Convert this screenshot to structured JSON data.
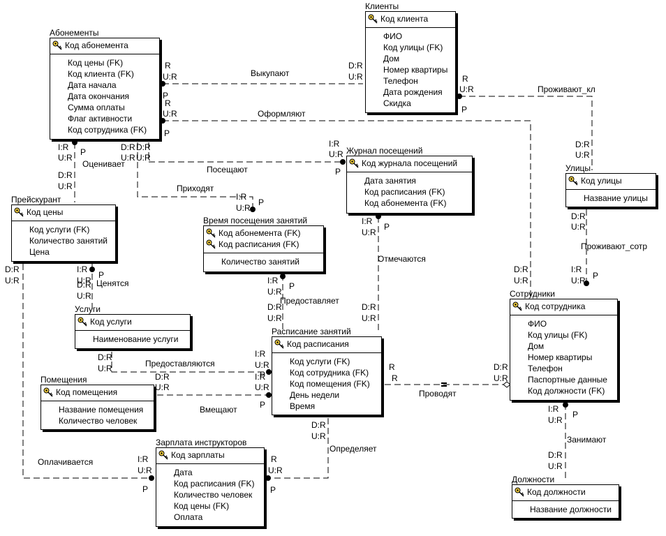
{
  "entities": {
    "abonementy": {
      "title": "Абонементы",
      "keys": [
        "Код абонемента"
      ],
      "attrs": [
        "Код цены (FK)",
        "Код клиента (FK)",
        "Дата начала",
        "Дата окончания",
        "Сумма оплаты",
        "Флаг активности",
        "Код сотрудника (FK)"
      ]
    },
    "klienty": {
      "title": "Клиенты",
      "keys": [
        "Код клиента"
      ],
      "attrs": [
        "ФИО",
        "Код улицы (FK)",
        "Дом",
        "Номер квартиры",
        "Телефон",
        "Дата рождения",
        "Скидка"
      ]
    },
    "zhurnal": {
      "title": "Журнал посещений",
      "keys": [
        "Код журнала посещений"
      ],
      "attrs": [
        "Дата занятия",
        "Код расписания (FK)",
        "Код абонемента (FK)"
      ]
    },
    "ulitsy": {
      "title": "Улицы",
      "keys": [
        "Код улицы"
      ],
      "attrs": [
        "Название улицы"
      ]
    },
    "preyskurant": {
      "title": "Прейскурант",
      "keys": [
        "Код цены"
      ],
      "attrs": [
        "Код услуги (FK)",
        "Количество занятий",
        "Цена"
      ]
    },
    "vremya": {
      "title": "Время посещения занятий",
      "keys": [
        "Код абонемента (FK)",
        "Код расписания (FK)"
      ],
      "attrs": [
        "Количество занятий"
      ]
    },
    "uslugi": {
      "title": "Услуги",
      "keys": [
        "Код услуги"
      ],
      "attrs": [
        "Наименование  услуги"
      ]
    },
    "raspisanie": {
      "title": "Расписание занятий",
      "keys": [
        "Код расписания"
      ],
      "attrs": [
        "Код услуги (FK)",
        "Код сотрудника (FK)",
        "Код помещения (FK)",
        "День недели",
        "Время"
      ]
    },
    "sotrudniki": {
      "title": "Сотрудники",
      "keys": [
        "Код сотрудника"
      ],
      "attrs": [
        "ФИО",
        "Код улицы (FK)",
        "Дом",
        "Номер квартиры",
        "Телефон",
        "Паспортные данные",
        "Код  должности (FK)"
      ]
    },
    "pomeshcheniya": {
      "title": "Помещения",
      "keys": [
        "Код помещения"
      ],
      "attrs": [
        "Название помещения",
        "Количество человек"
      ]
    },
    "zarplata": {
      "title": "Зарплата инструкторов",
      "keys": [
        "Код зарплаты"
      ],
      "attrs": [
        "Дата",
        "Код расписания (FK)",
        "Количество человек",
        "Код цены (FK)",
        "Оплата"
      ]
    },
    "dolzhnosti": {
      "title": "Должности",
      "keys": [
        "Код  должности"
      ],
      "attrs": [
        "Название должности"
      ]
    }
  },
  "relationships": {
    "vykupayut": "Выкупают",
    "oformlyayut": "Оформляют",
    "prozhivayut_kl": "Проживают_кл",
    "poseshchayut": "Посещают",
    "prikhodyat": "Приходят",
    "otsenivaet": "Оценивает",
    "prozhivayut_sotr": "Проживают_сотр",
    "otmechayutsya": "Отмечаются",
    "tsenyatsya": "Ценятся",
    "predostavlyaet": "Предоставляет",
    "predostavlyayutsya": "Предоставляются",
    "provodyat": "Проводят",
    "vmeshchayut": "Вмещают",
    "opredelyaet": "Определяет",
    "oplachivaetsya": "Оплачивается",
    "zanimayut": "Занимают"
  },
  "markers": {
    "ir": "I:R",
    "ur": "U:R",
    "dr": "D:R",
    "p": "P",
    "r": "R"
  },
  "colors": {
    "line": "#000000",
    "background": "#ffffff"
  }
}
